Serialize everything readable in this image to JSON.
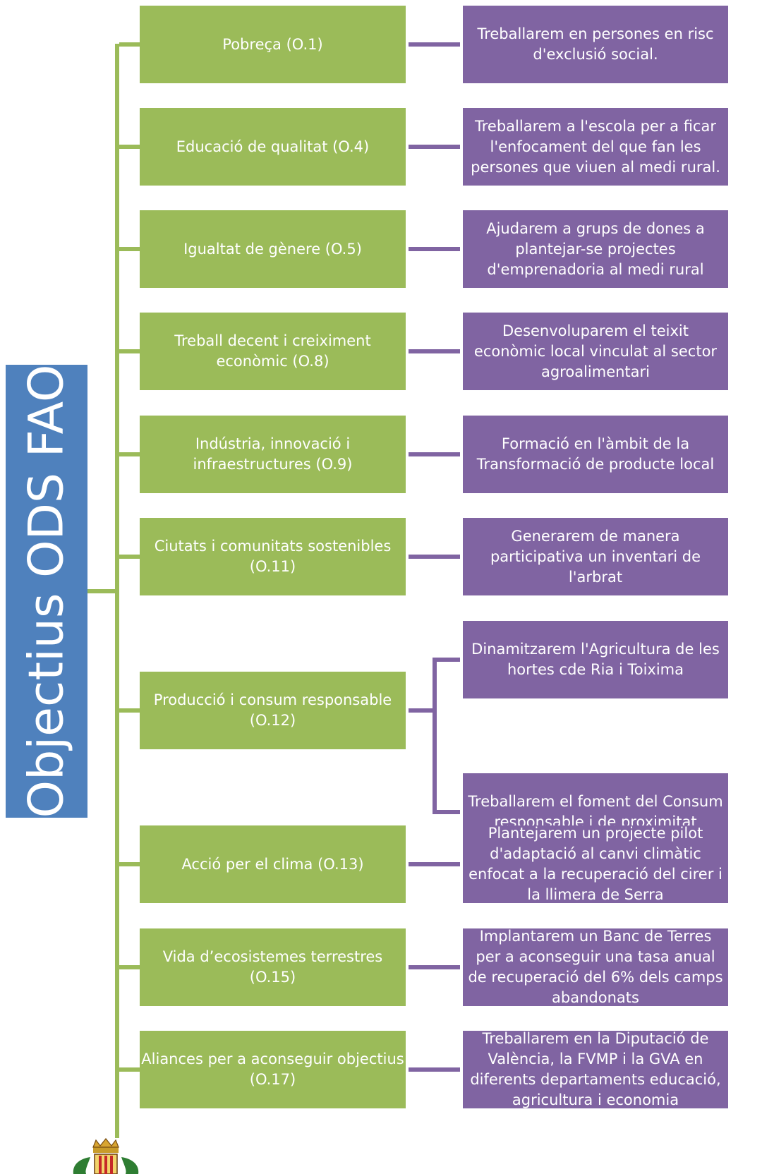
{
  "root": {
    "label": "Objectius ODS FAO"
  },
  "objectives": [
    {
      "label": "Pobreça (O.1)",
      "actions": [
        "Treballarem en persones en risc d'exclusió social."
      ]
    },
    {
      "label": "Educació de qualitat (O.4)",
      "actions": [
        "Treballarem a l'escola per a ficar l'enfocament del que fan les persones que viuen al medi rural."
      ]
    },
    {
      "label": "Igualtat de gènere (O.5)",
      "actions": [
        "Ajudarem a  grups de dones a plantejar-se projectes d'emprenadoria al medi rural"
      ]
    },
    {
      "label": "Treball decent i creiximent econòmic (O.8)",
      "actions": [
        "Desenvoluparem el teixit econòmic local vinculat al sector agroalimentari"
      ]
    },
    {
      "label": "Indústria, innovació i infraestructures (O.9)",
      "actions": [
        "Formació en l'àmbit de la Transformació de producte local"
      ]
    },
    {
      "label": "Ciutats i comunitats sostenibles (O.11)",
      "actions": [
        "Generarem de manera participativa un inventari de l'arbrat"
      ]
    },
    {
      "label": "Producció i consum responsable (O.12)",
      "actions": [
        "Dinamitzarem l'Agricultura de les hortes cde Ria i Toixima",
        "Treballarem el foment del Consum responsable i de proximitat"
      ]
    },
    {
      "label": "Acció per el clima (O.13)",
      "actions": [
        "Plantejarem un projecte pilot d'adaptació al canvi climàtic enfocat a la recuperació del cirer i la llimera de Serra"
      ]
    },
    {
      "label": "Vida d’ecosistemes terrestres (O.15)",
      "actions": [
        "Implantarem un Banc de Terres per a aconseguir una tasa anual de recuperació del 6% dels camps abandonats"
      ]
    },
    {
      "label": "Aliances per a  aconseguir objectius (O.17)",
      "actions": [
        "Treballarem en la Diputació de València, la FVMP  i la GVA en diferents departaments educació, agricultura i economia"
      ]
    }
  ],
  "colors": {
    "root": "#4f81bd",
    "objective": "#9bbb59",
    "action": "#8064a2",
    "background": "#ffffff"
  },
  "icons": [
    "coat-of-arms-icon"
  ]
}
